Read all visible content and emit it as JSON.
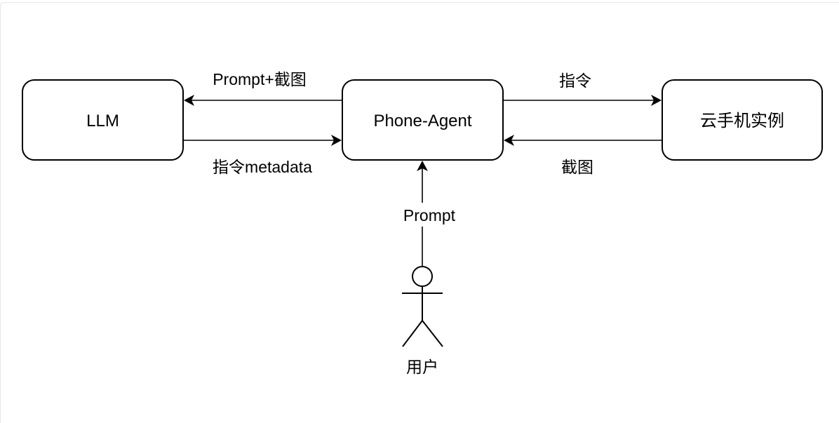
{
  "diagram": {
    "nodes": [
      {
        "id": "llm",
        "label": "LLM"
      },
      {
        "id": "phone_agent",
        "label": "Phone-Agent"
      },
      {
        "id": "cloud_phone",
        "label": "云手机实例"
      }
    ],
    "actor": {
      "id": "user",
      "label": "用户"
    },
    "edges": [
      {
        "from": "phone_agent",
        "to": "llm",
        "label": "Prompt+截图"
      },
      {
        "from": "llm",
        "to": "phone_agent",
        "label": "指令metadata"
      },
      {
        "from": "phone_agent",
        "to": "cloud_phone",
        "label": "指令"
      },
      {
        "from": "cloud_phone",
        "to": "phone_agent",
        "label": "截图"
      },
      {
        "from": "user",
        "to": "phone_agent",
        "label": "Prompt"
      }
    ]
  }
}
